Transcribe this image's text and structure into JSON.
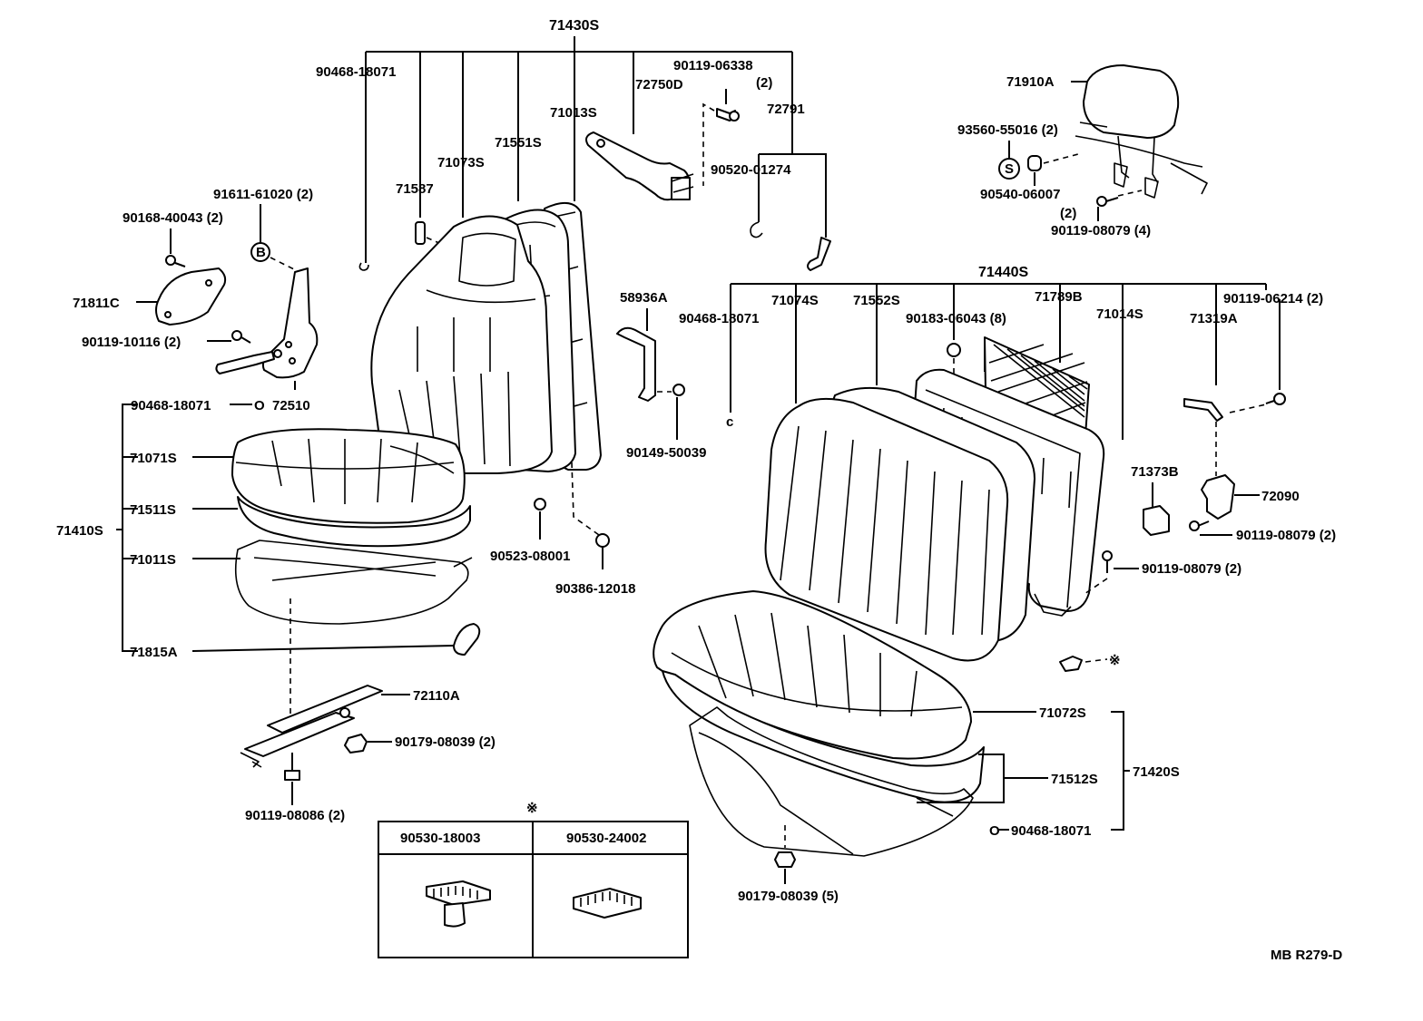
{
  "labels": {
    "p71430S": "71430S",
    "p90468_top": "90468-18071",
    "p90119_06338": "90119-06338",
    "p90119_06338_qty": "(2)",
    "p72750D": "72750D",
    "p72791": "72791",
    "p71013S": "71013S",
    "p71551S": "71551S",
    "p71073S": "71073S",
    "p90520_01274": "90520-01274",
    "p71587": "71587",
    "p91611_61020": "91611-61020 (2)",
    "p90168_40043": "90168-40043 (2)",
    "p71811C": "71811C",
    "p90119_10116": "90119-10116 (2)",
    "p72510": "72510",
    "p90468_left": "90468-18071",
    "p71071S": "71071S",
    "p71511S": "71511S",
    "p71410S": "71410S",
    "p71011S": "71011S",
    "p71815A": "71815A",
    "p72110A": "72110A",
    "p90179_08039_2": "90179-08039 (2)",
    "p90119_08086": "90119-08086 (2)",
    "p58936A": "58936A",
    "p90149_50039": "90149-50039",
    "p90523_08001": "90523-08001",
    "p90386_12018": "90386-12018",
    "p71910A": "71910A",
    "p93560_55016": "93560-55016 (2)",
    "p90540_06007": "90540-06007",
    "p90540_06007_qty": "(2)",
    "p90119_08079_4": "90119-08079 (4)",
    "p71440S": "71440S",
    "p90468_mid": "90468-18071",
    "p71074S": "71074S",
    "p71552S": "71552S",
    "p90183_06043": "90183-06043 (8)",
    "p71789B": "71789B",
    "p71014S": "71014S",
    "p90119_06214": "90119-06214 (2)",
    "p71319A": "71319A",
    "p71373B": "71373B",
    "p72090": "72090",
    "p90119_08079_2a": "90119-08079 (2)",
    "p90119_08079_2b": "90119-08079 (2)",
    "p71072S": "71072S",
    "p71512S": "71512S",
    "p71420S": "71420S",
    "p90468_bottom": "90468-18071",
    "p90179_08039_5": "90179-08039 (5)",
    "ref_code": "MB R279-D"
  },
  "legend_table": {
    "marker": "※",
    "columns": [
      "90530-18003",
      "90530-24002"
    ]
  },
  "callout_markers": {
    "bolt_s": "S",
    "bolt_b": "B",
    "clip_c": "c",
    "ring_o": "O"
  }
}
